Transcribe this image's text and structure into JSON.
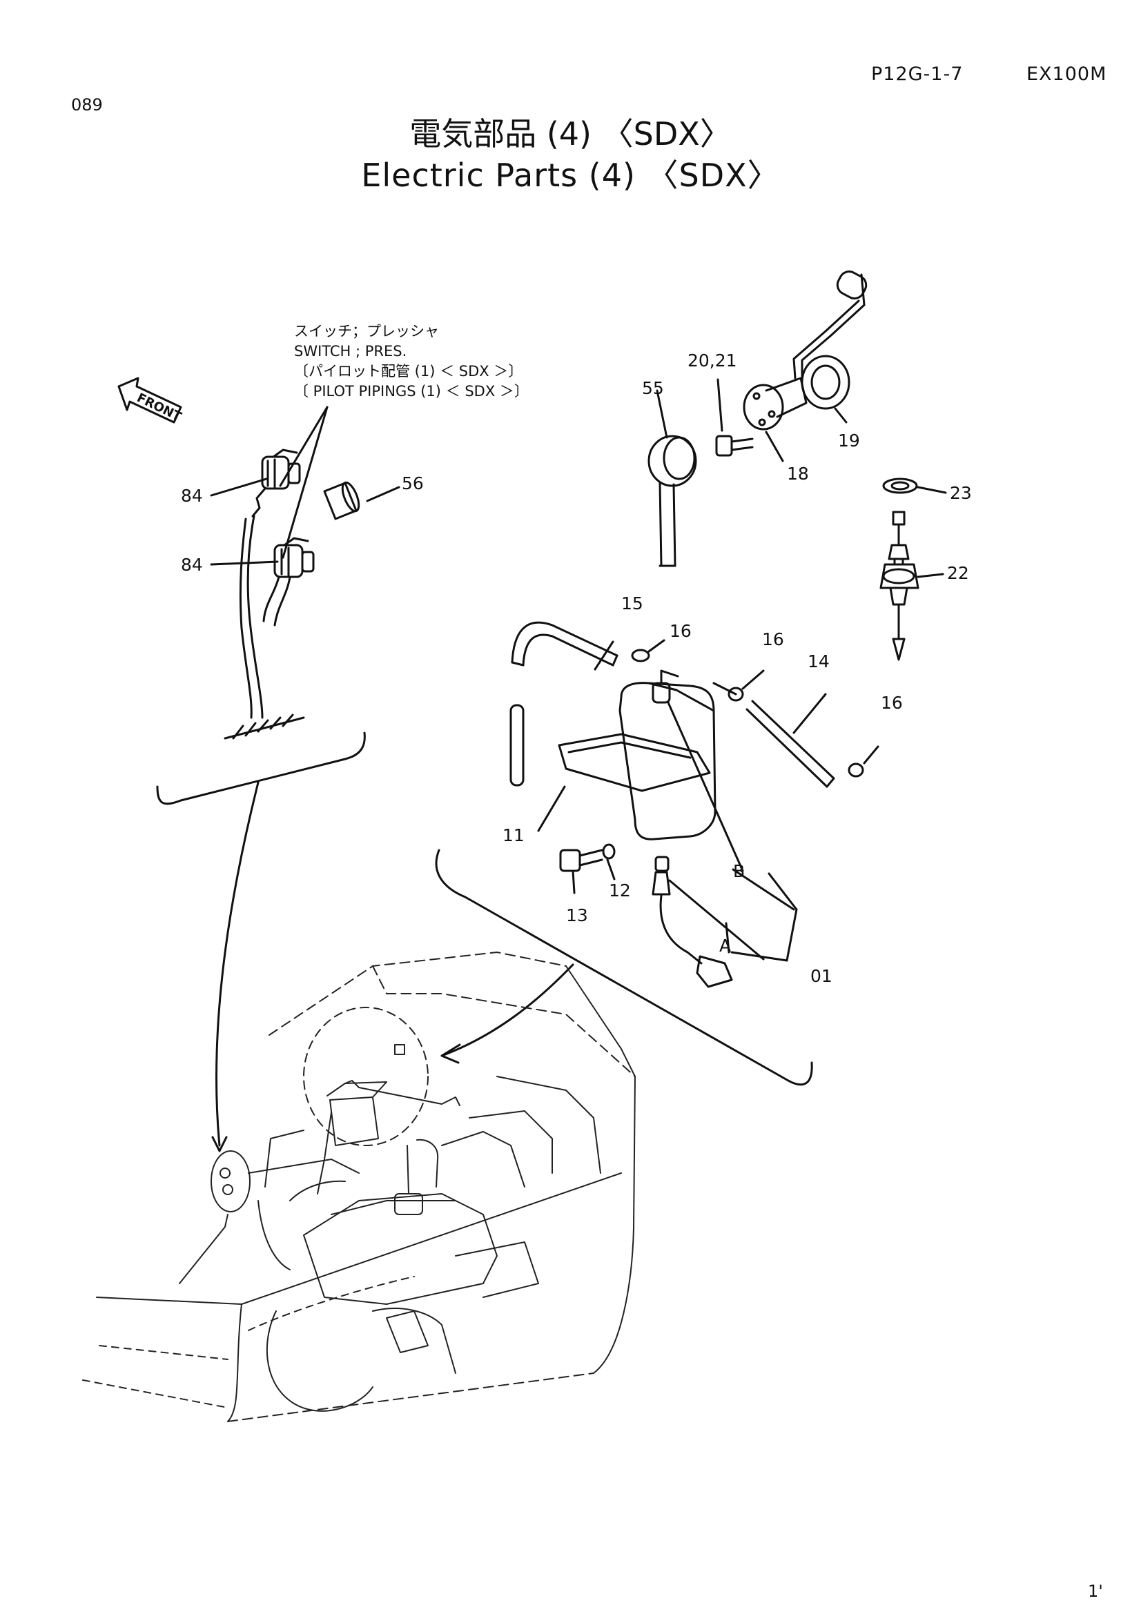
{
  "header": {
    "page_code": "P12G-1-7",
    "model": "EX100M",
    "page_number": "089"
  },
  "title": {
    "japanese": "電気部品 (4) 〈SDX〉",
    "english": "Electric Parts (4) 〈SDX〉"
  },
  "diagram": {
    "front_label": "FRONT",
    "switch_note": {
      "line1": "スイッチ；プレッシャ",
      "line2": "SWITCH ; PRES.",
      "line3": "〔パイロット配管 (1) ＜ SDX ＞〕",
      "line4": "〔 PILOT PIPINGS (1) ＜ SDX ＞〕"
    },
    "callouts": {
      "c84a": "84",
      "c84b": "84",
      "c56": "56",
      "c55": "55",
      "c2021": "20,21",
      "c18": "18",
      "c19": "19",
      "c23": "23",
      "c22": "22",
      "c15": "15",
      "c16a": "16",
      "c16b": "16",
      "c16c": "16",
      "c14": "14",
      "c11": "11",
      "c13": "13",
      "c12": "12",
      "cB": "B",
      "cA": "A",
      "c01": "01"
    }
  },
  "footer": {
    "corner_mark": "1'"
  }
}
